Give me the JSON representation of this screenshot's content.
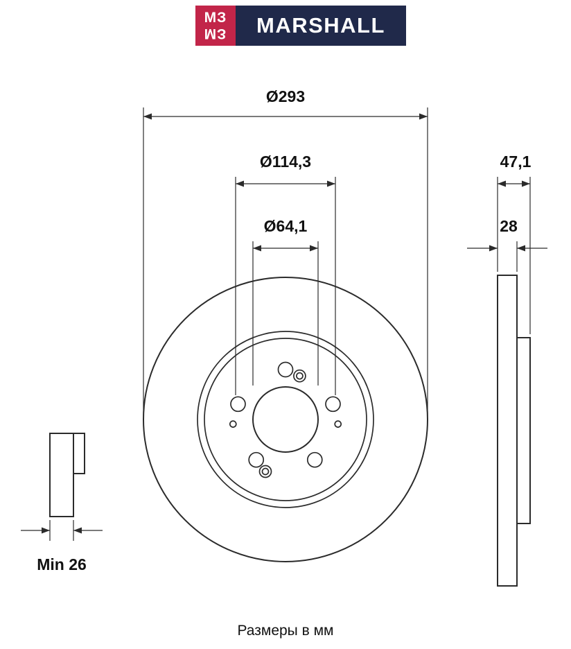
{
  "logo": {
    "mark_line": "МЗ",
    "brand": "MARSHALL",
    "mark_bg": "#c22549",
    "brand_bg": "#20294a"
  },
  "dimensions": {
    "outer_diameter": "Ø293",
    "bolt_circle_diameter": "Ø114,3",
    "center_bore_diameter": "Ø64,1",
    "overall_height": "47,1",
    "thickness": "28",
    "min_thickness": "Min 26"
  },
  "footer": {
    "note": "Размеры в мм"
  },
  "drawing": {
    "line_color": "#2b2b2b",
    "text_color": "#111111"
  }
}
